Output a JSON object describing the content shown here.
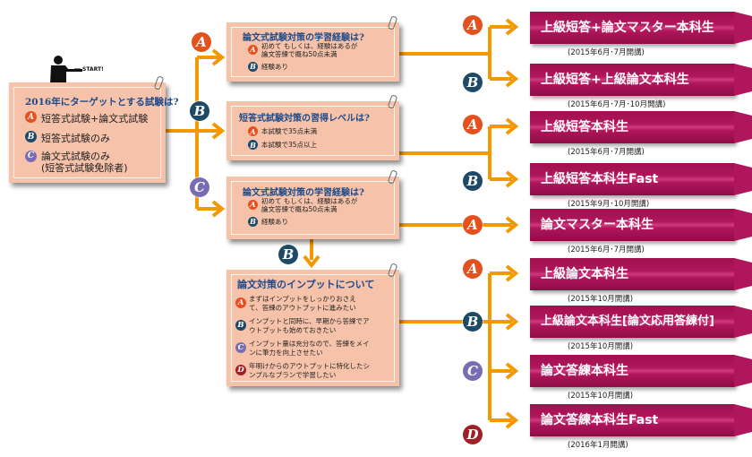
{
  "start_label": "START!",
  "colors": {
    "connector": "#f39800",
    "box_fill": "#f6c3aa",
    "title_text": "#1f4a8a",
    "course_fill": "#b0165c",
    "badge_A": "#e5511e",
    "badge_B": "#1e4a68",
    "badge_C": "#7a6cb3",
    "badge_D": "#9e2127"
  },
  "start_box": {
    "title": "2016年にターゲットとする試験は?",
    "options": [
      {
        "badge": "A",
        "text": "短答式試験+論文式試験"
      },
      {
        "badge": "B",
        "text": "短答式試験のみ"
      },
      {
        "badge": "C",
        "text": "論文式試験のみ\n(短答式試験免除者)"
      }
    ]
  },
  "branch_badges": [
    "A",
    "B",
    "C"
  ],
  "q_boxes": [
    {
      "title": "論文式試験対策の学習経験は?",
      "options": [
        {
          "badge": "A",
          "text": "初めて もしくは、経験はあるが\n論文答練で概ね50点未満"
        },
        {
          "badge": "B",
          "text": "経験あり"
        }
      ]
    },
    {
      "title": "短答式試験対策の習得レベルは?",
      "options": [
        {
          "badge": "A",
          "text": "本試験で35点未満"
        },
        {
          "badge": "B",
          "text": "本試験で35点以上"
        }
      ]
    },
    {
      "title": "論文式試験対策の学習経験は?",
      "options": [
        {
          "badge": "A",
          "text": "初めて もしくは、経験はあるが\n論文答練で概ね50点未満"
        },
        {
          "badge": "B",
          "text": "経験あり"
        }
      ]
    },
    {
      "title": "論文対策のインプットについて",
      "options": [
        {
          "badge": "A",
          "text": "まずはインプットをしっかりおさえ\nて、答練のアウトプットに進みたい"
        },
        {
          "badge": "B",
          "text": "インプットと同時に、早期から答練でア\nウトプットも始めておきたい"
        },
        {
          "badge": "C",
          "text": "インプット量は充分なので、答練をメイ\nンに筆力を向上させたい"
        },
        {
          "badge": "D",
          "text": "年明けからのアウトプットに特化したシ\nンプルなプランで学習したい"
        }
      ]
    }
  ],
  "down_badge": "B",
  "courses": [
    {
      "badge": "A",
      "name": "上級短答+論文マスター本科生",
      "date": "(2015年6月･7月開講)"
    },
    {
      "badge": "B",
      "name": "上級短答+上級論文本科生",
      "date": "(2015年6月･7月･10月開講)"
    },
    {
      "badge": "A",
      "name": "上級短答本科生",
      "date": "(2015年6月･7月開講)"
    },
    {
      "badge": "B",
      "name": "上級短答本科生Fast",
      "date": "(2015年9月･10月開講)"
    },
    {
      "badge": "A",
      "name": "論文マスター本科生",
      "date": "(2015年6月･7月開講)"
    },
    {
      "badge": "A",
      "name": "上級論文本科生",
      "date": "(2015年10月開講)"
    },
    {
      "badge": "B",
      "name": "上級論文本科生[論文応用答練付]",
      "date": "(2015年10月開講)"
    },
    {
      "badge": "C",
      "name": "論文答練本科生",
      "date": "(2015年10月開講)"
    },
    {
      "badge": "D",
      "name": "論文答練本科生Fast",
      "date": "(2016年1月開講)"
    }
  ]
}
